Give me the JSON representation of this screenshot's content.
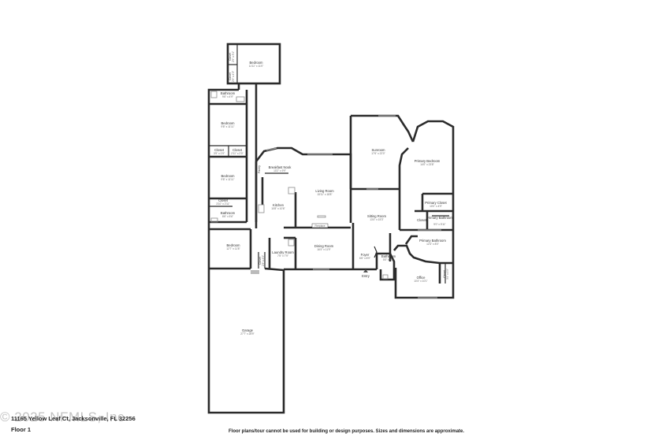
{
  "address": "11165 Yellow Leaf Ct, Jacksonville, FL 32256",
  "floor_label": "Floor 1",
  "disclaimer": "Floor plans/tour cannot be used for building or design purposes. Sizes and dimensions are approximate.",
  "watermark": "© 2025 NFMLS, Inc",
  "rooms": {
    "bedroom_top": {
      "name": "Bedroom",
      "dim": "11'11\" x 11'0\""
    },
    "closet_top_a": {
      "name": "Closet",
      "dim": "2'9\" x 3'4\""
    },
    "closet_top_b": {
      "name": "Closet",
      "dim": "2'9\" x 4'3\""
    },
    "bathroom_upper": {
      "name": "Bathroom",
      "dim": "9'6\" x 4'9\""
    },
    "bedroom_mid": {
      "name": "Bedroom",
      "dim": "9'8\" x 11'11\""
    },
    "closet_mid_a": {
      "name": "Closet",
      "dim": "3'9\" x 1'9\""
    },
    "closet_mid_b": {
      "name": "Closet",
      "dim": "2'11\" x 2'0\""
    },
    "bedroom_lower": {
      "name": "Bedroom",
      "dim": "9'8\" x 11'11\""
    },
    "closet_lower": {
      "name": "Closet",
      "dim": "3'10\" x 2'11\""
    },
    "bathroom_lower": {
      "name": "Bathroom",
      "dim": "8'6\" x 5'6\""
    },
    "bedroom_left": {
      "name": "Bedroom",
      "dim": "12'7\" x 11'8\""
    },
    "pantry": {
      "name": "Pantry"
    },
    "breakfast_nook": {
      "name": "Breakfast Nook",
      "dim": "10'2\" x 9'9\""
    },
    "kitchen": {
      "name": "Kitchen",
      "dim": "10'8\" x 10'6\""
    },
    "living_room": {
      "name": "Living Room",
      "dim": "15'11\" x 18'8\""
    },
    "fireplace": {
      "name": "Fireplace"
    },
    "sunroom": {
      "name": "Sunroom",
      "dim": "17'6\" x 22'0\""
    },
    "sitting_room": {
      "name": "Sitting Room",
      "dim": "13'4\" x 15'3\""
    },
    "primary_bedroom": {
      "name": "Primary Bedroom",
      "dim": "14'0\" x 23'8\""
    },
    "primary_closet": {
      "name": "Primary Closet",
      "dim": "10'0\" x 4'9\""
    },
    "closet_primary": {
      "name": "Closet"
    },
    "primary_bathroom_small": {
      "name": "Primary Bathroom",
      "dim": "9'0\" x 5'11\""
    },
    "primary_bathroom": {
      "name": "Primary Bathroom",
      "dim": "12'4\" x 8'0\""
    },
    "laundry_room": {
      "name": "Laundry Room",
      "dim": "7'5\" x 7'9\""
    },
    "dining_room": {
      "name": "Dining Room",
      "dim": "16'4\" x 11'9\""
    },
    "foyer": {
      "name": "Foyer",
      "dim": "6'6\" x 8'9\""
    },
    "bathroom_center": {
      "name": "Bathroom",
      "dim": "5'0\" x 9'6\""
    },
    "office": {
      "name": "Office",
      "dim": "10'4\" x 10'1\""
    },
    "garage": {
      "name": "Garage",
      "dim": "27'7\" x 28'9\""
    },
    "entry": {
      "name": "Entry"
    },
    "closet_garage": {
      "name": "Closet",
      "dim": "2'3\" x 4'5\""
    },
    "closet_office": {
      "name": "Closet",
      "dim": "3'4\" x 4'9\""
    }
  }
}
